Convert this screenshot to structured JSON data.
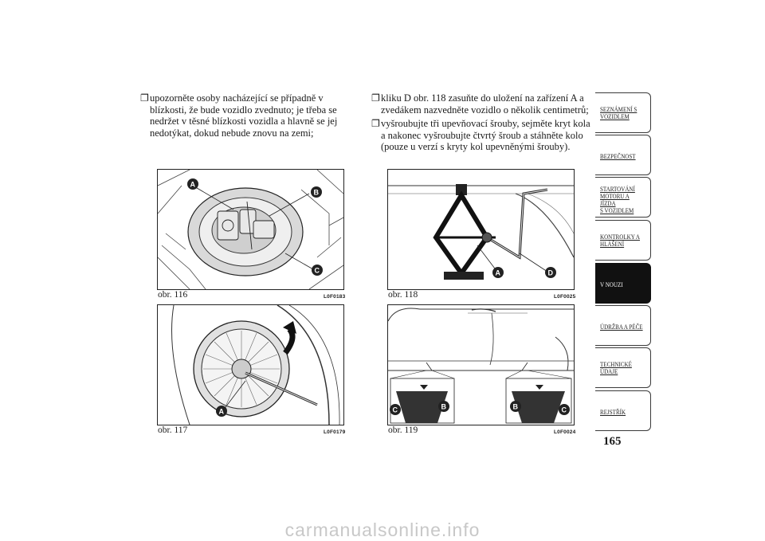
{
  "left_column": {
    "items": [
      "upozorněte osoby nacházející se případně v blízkosti, že bude vozidlo zvednuto; je třeba se nedržet v těsné blízkosti vozidla a hlavně se jej nedotýkat, dokud nebude znovu na zemi;"
    ]
  },
  "right_column": {
    "items": [
      "kliku D obr. 118 zasuňte do uložení na zařízení A a zvedákem nazvedněte vozidlo o několik centimetrů;",
      "vyšroubujte tři upevňovací šrouby, sejměte kryt kola a nakonec vyšroubujte čtvrtý šroub a stáhněte kolo (pouze u verzí s kryty kol upevněnými šrouby)."
    ]
  },
  "bullet_glyph": "❐",
  "figures": [
    {
      "caption": "obr. 116",
      "code": "L0F0183",
      "labels": [
        "A",
        "B",
        "C"
      ]
    },
    {
      "caption": "obr. 117",
      "code": "L0F0179",
      "labels": [
        "A"
      ]
    },
    {
      "caption": "obr. 118",
      "code": "L0F0025",
      "labels": [
        "A",
        "D"
      ]
    },
    {
      "caption": "obr. 119",
      "code": "L0F0024",
      "labels": [
        "C",
        "B",
        "B",
        "C"
      ]
    }
  ],
  "side_tabs": [
    {
      "label": "SEZNÁMENÍ S\nVOZIDLEM",
      "active": false
    },
    {
      "label": "BEZPEČNOST",
      "active": false
    },
    {
      "label": "STARTOVÁNÍ\nMOTORU A JÍZDA\nS VOZIDLEM",
      "active": false
    },
    {
      "label": "KONTROLKY A\nHLÁŠENÍ",
      "active": false
    },
    {
      "label": "V NOUZI",
      "active": true
    },
    {
      "label": "ÚDRŽBA A PÉČE",
      "active": false
    },
    {
      "label": "TECHNICKÉ\nÚDAJE",
      "active": false
    },
    {
      "label": "REJSTŘÍK",
      "active": false
    }
  ],
  "page_number": "165",
  "watermark": "carmanualsonline.info"
}
